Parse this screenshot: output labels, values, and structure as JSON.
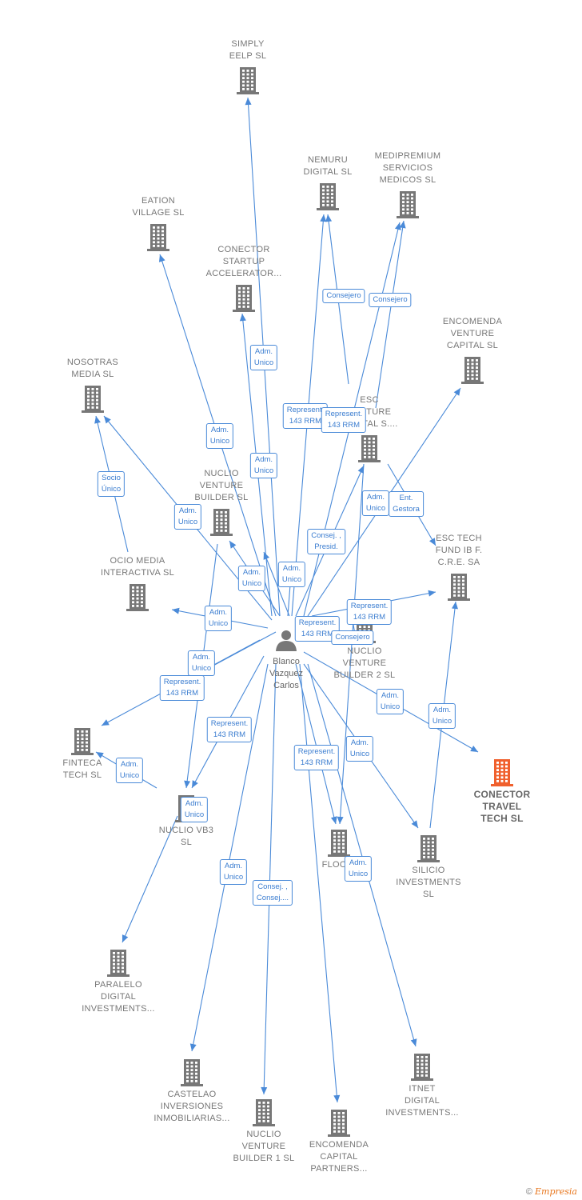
{
  "center": {
    "name": "Blanco\nVazquez\nCarlos",
    "icon": "person-icon"
  },
  "companies": [
    {
      "id": "simply",
      "label": "SIMPLY\nEELP  SL"
    },
    {
      "id": "nemuru",
      "label": "NEMURU\nDIGITAL  SL"
    },
    {
      "id": "medipremium",
      "label": "MEDIPREMIUM\nSERVICIOS\nMEDICOS  SL"
    },
    {
      "id": "eation",
      "label": "EATION\nVILLAGE  SL"
    },
    {
      "id": "conector_startup",
      "label": "CONECTOR\nSTARTUP\nACCELERATOR..."
    },
    {
      "id": "encomenda_vc",
      "label": "ENCOMENDA\nVENTURE\nCAPITAL  SL"
    },
    {
      "id": "nosotras",
      "label": "NOSOTRAS\nMEDIA SL"
    },
    {
      "id": "esc",
      "label": "ESC\nVENTURE\nCAPITAL S...."
    },
    {
      "id": "nuclio_vb",
      "label": "NUCLIO\nVENTURE\nBUILDER  SL"
    },
    {
      "id": "esc_tech",
      "label": "ESC TECH\nFUND IB F.\nC.R.E. SA"
    },
    {
      "id": "ocio",
      "label": "OCIO MEDIA\nINTERACTIVA SL"
    },
    {
      "id": "nuclio_vb2",
      "label": "NUCLIO\nVENTURE\nBUILDER 2  SL"
    },
    {
      "id": "conector_travel",
      "label": "CONECTOR\nTRAVEL\nTECH  SL",
      "highlight": true
    },
    {
      "id": "finteca",
      "label": "FINTECA\nTECH  SL"
    },
    {
      "id": "nuclio_vb3",
      "label": "NUCLIO VB3\nSL"
    },
    {
      "id": "floori",
      "label": "FLOORI"
    },
    {
      "id": "silicio",
      "label": "SILICIO\nINVESTMENTS\nSL"
    },
    {
      "id": "paralelo",
      "label": "PARALELO\nDIGITAL\nINVESTMENTS..."
    },
    {
      "id": "itnet",
      "label": "ITNET\nDIGITAL\nINVESTMENTS..."
    },
    {
      "id": "castelao",
      "label": "CASTELAO\nINVERSIONES\nINMOBILIARIAS..."
    },
    {
      "id": "nuclio_vb1",
      "label": "NUCLIO\nVENTURE\nBUILDER 1  SL"
    },
    {
      "id": "encomenda_cp",
      "label": "ENCOMENDA\nCAPITAL\nPARTNERS..."
    }
  ],
  "relations": [
    {
      "label": "Adm.\nUnico"
    },
    {
      "label": "Consejero"
    },
    {
      "label": "Consejero"
    },
    {
      "label": "Represent.\n143 RRM"
    },
    {
      "label": "Represent.\n143 RRM"
    },
    {
      "label": "Adm.\nUnico"
    },
    {
      "label": "Adm.\nUnico"
    },
    {
      "label": "Socio\nÚnico"
    },
    {
      "label": "Adm.\nUnico"
    },
    {
      "label": "Adm.\nUnico"
    },
    {
      "label": "Ent.\nGestora"
    },
    {
      "label": "Consej. ,\nPresid."
    },
    {
      "label": "Adm.\nUnico"
    },
    {
      "label": "Adm.\nUnico"
    },
    {
      "label": "Represent.\n143 RRM"
    },
    {
      "label": "Represent.\n143 RRM"
    },
    {
      "label": "Consejero"
    },
    {
      "label": "Adm.\nUnico"
    },
    {
      "label": "Adm.\nUnico"
    },
    {
      "label": "Represent.\n143 RRM"
    },
    {
      "label": "Adm.\nUnico"
    },
    {
      "label": "Adm.\nUnico"
    },
    {
      "label": "Represent.\n143 RRM"
    },
    {
      "label": "Adm.\nUnico"
    },
    {
      "label": "Represent.\n143 RRM"
    },
    {
      "label": "Adm.\nUnico"
    },
    {
      "label": "Adm.\nUnico"
    },
    {
      "label": "Adm.\nUnico"
    },
    {
      "label": "Adm.\nUnico"
    },
    {
      "label": "Consej. ,\nConsej...."
    }
  ],
  "footer": {
    "copyright": "©",
    "brand": "Empresia"
  },
  "colors": {
    "edge": "#4a8ad8",
    "building": "#777777",
    "focus": "#f0602d"
  }
}
